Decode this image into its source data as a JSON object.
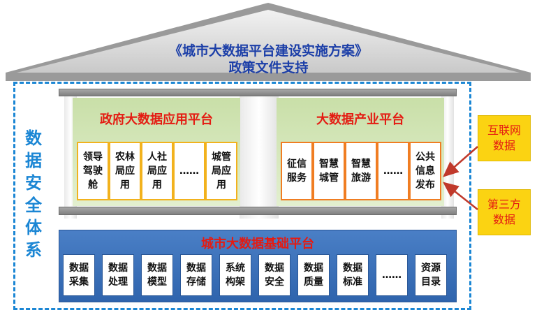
{
  "roof": {
    "title_line1": "《城市大数据平台建设实施方案》",
    "title_line2": "政策文件支持"
  },
  "security": {
    "label": "数\n据\n安\n全\n体\n系"
  },
  "gov_platform": {
    "title": "政府大数据应用平台",
    "items": [
      "领导\n驾驶\n舱",
      "农林\n局应\n用",
      "人社\n局应\n用",
      "……",
      "城管\n局应\n用"
    ]
  },
  "industry_platform": {
    "title": "大数据产业平台",
    "items": [
      "征信\n服务",
      "智慧\n城管",
      "智慧\n旅游",
      "……",
      "公共\n信息\n发布"
    ]
  },
  "base_platform": {
    "title": "城市大数据基础平台",
    "items": [
      "数据\n采集",
      "数据\n处理",
      "数据\n模型",
      "数据\n存储",
      "系统\n构架",
      "数据\n安全",
      "数据\n质量",
      "数据\n标准",
      "……",
      "资源\n目录"
    ]
  },
  "external_sources": [
    "互联网\n数据",
    "第三方\n数据"
  ],
  "colors": {
    "title_blue": "#1c3fa8",
    "frame_blue": "#1b86d4",
    "heading_red": "#e41b12",
    "platform_green": "#d3e7b8",
    "base_blue": "#3a6fb8",
    "source_yellow": "#fbd312",
    "gov_border": "#f2b21d",
    "industry_border": "#f07d22",
    "arrow": "#c0392b"
  }
}
